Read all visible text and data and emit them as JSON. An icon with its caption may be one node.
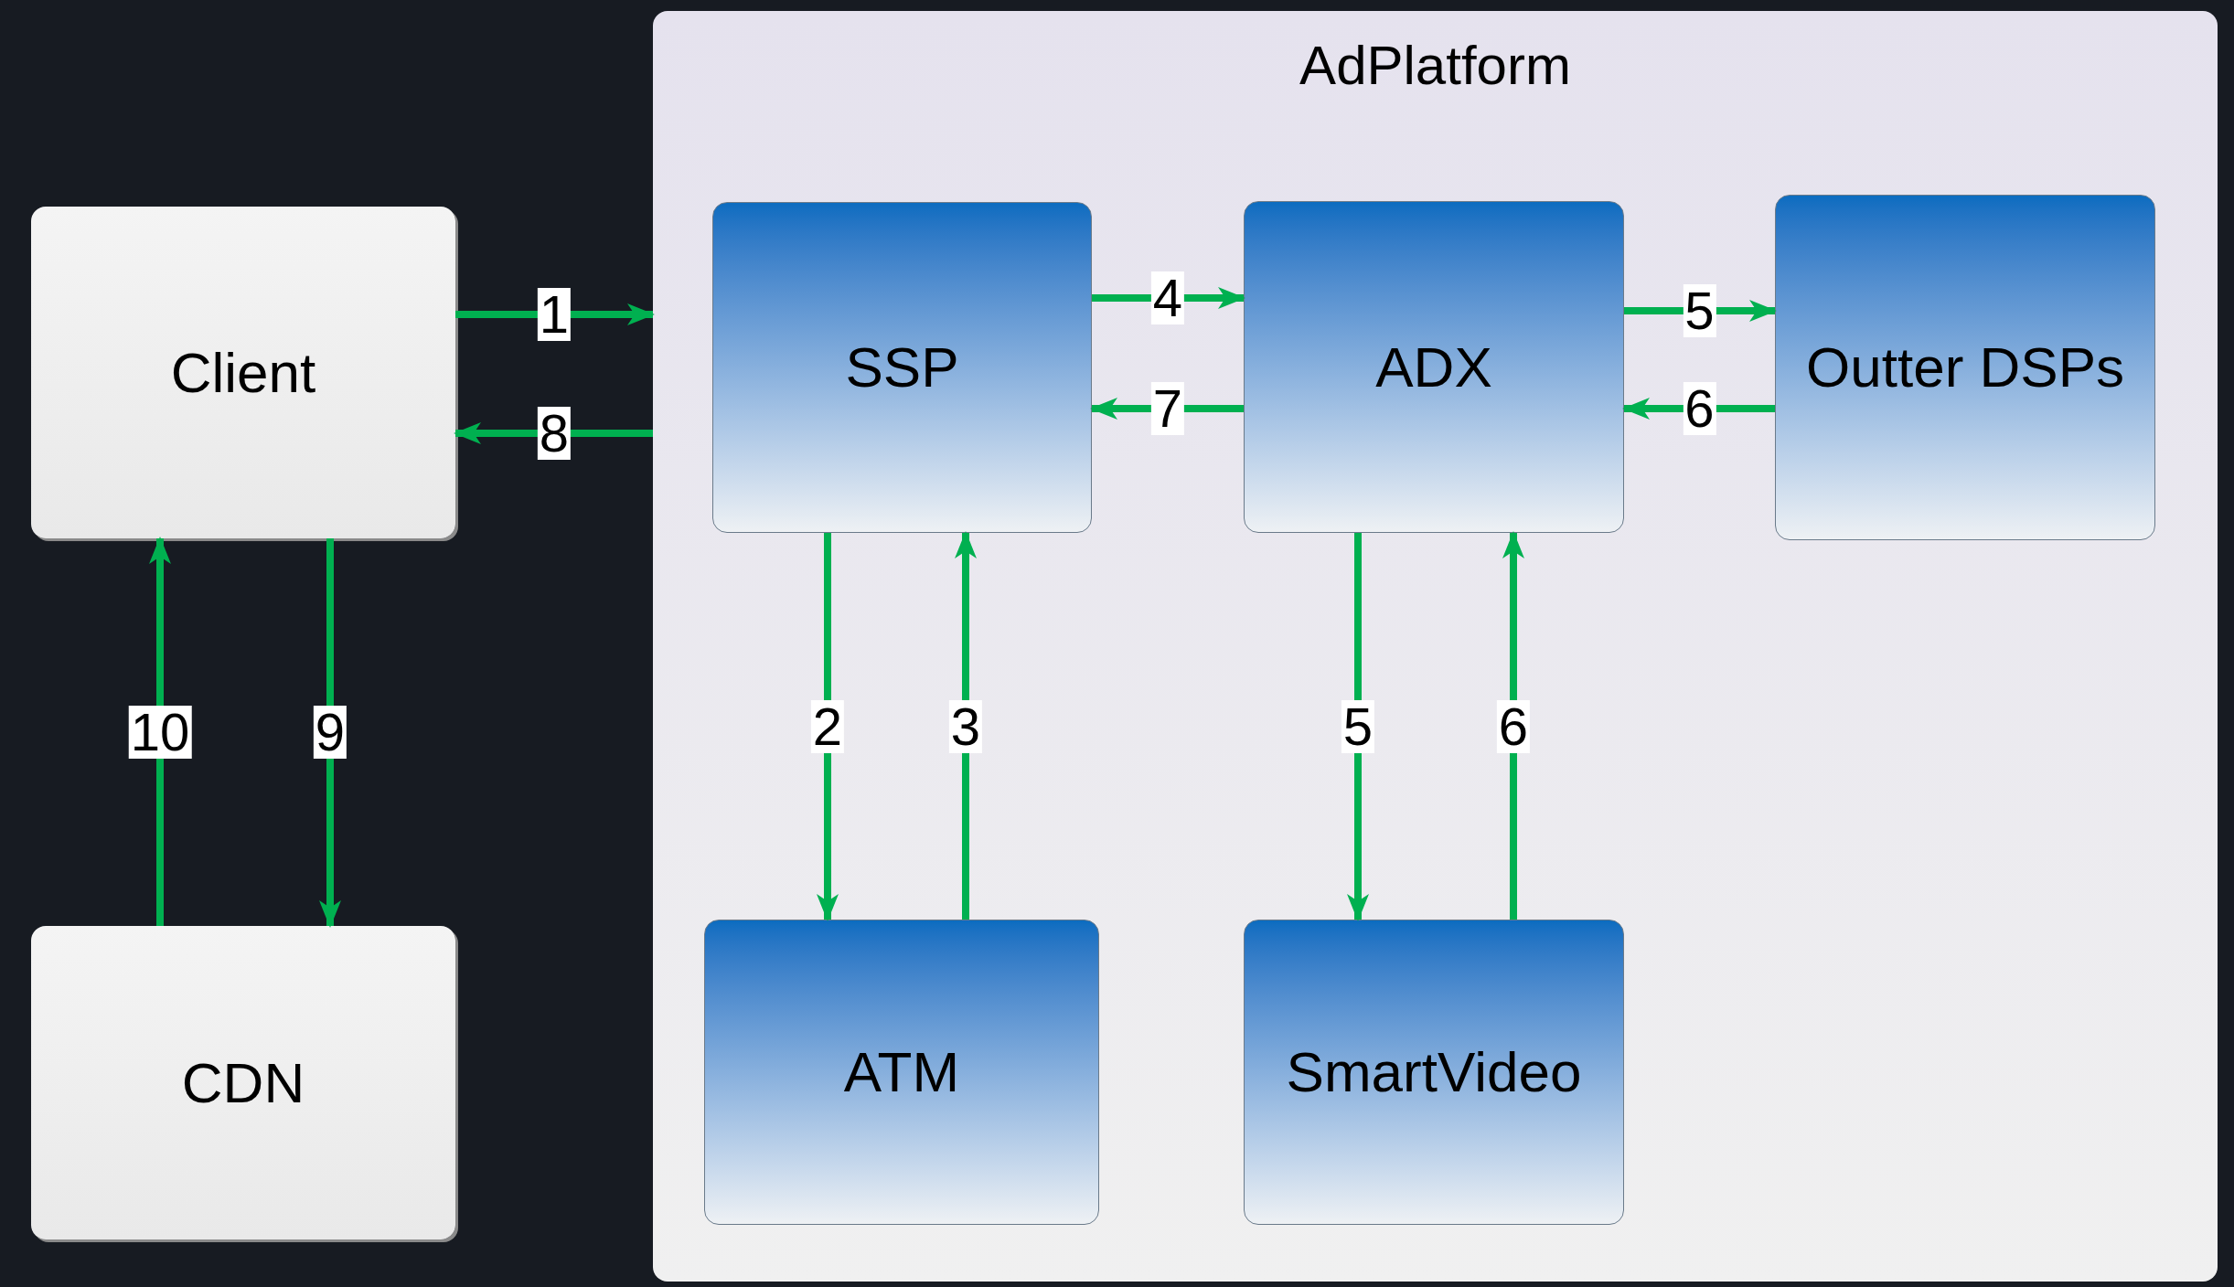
{
  "diagram": {
    "nodes": [
      {
        "text": [
          "Client"
        ]
      },
      {
        "text": [
          "CDN"
        ]
      },
      {
        "text": [
          "AdPlatform"
        ]
      },
      {
        "text": [
          "SSP"
        ],
        "in": 2
      },
      {
        "text": [
          "ADX"
        ],
        "in": 2
      },
      {
        "text": [
          "Outter DSPs"
        ],
        "in": 2
      },
      {
        "text": [
          "ATM"
        ],
        "in": 2
      },
      {
        "text": [
          "SmartVideo"
        ],
        "in": 2
      }
    ],
    "edges": [
      {
        "from": 0,
        "to": 2,
        "arrow": "to",
        "label": "1"
      },
      {
        "from": 2,
        "to": 0,
        "arrow": "to",
        "label": "8"
      },
      {
        "from": 3,
        "to": 4,
        "arrow": "to",
        "label": "4"
      },
      {
        "from": 4,
        "to": 3,
        "arrow": "to",
        "label": "7"
      },
      {
        "from": 4,
        "to": 5,
        "arrow": "to",
        "label": "5"
      },
      {
        "from": 5,
        "to": 4,
        "arrow": "to",
        "label": "6"
      },
      {
        "from": 3,
        "to": 6,
        "arrow": "to",
        "label": "2"
      },
      {
        "from": 6,
        "to": 3,
        "arrow": "to",
        "label": "3"
      },
      {
        "from": 4,
        "to": 7,
        "arrow": "to",
        "label": "5"
      },
      {
        "from": 7,
        "to": 4,
        "arrow": "to",
        "label": "6"
      },
      {
        "from": 0,
        "to": 1,
        "arrow": "to",
        "label": "9"
      },
      {
        "from": 1,
        "to": 0,
        "arrow": "to",
        "label": "10"
      }
    ]
  }
}
